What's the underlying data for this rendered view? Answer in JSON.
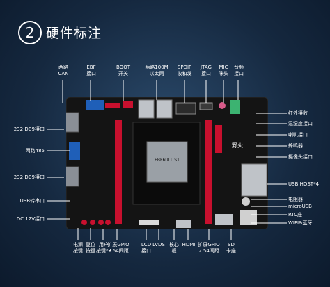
{
  "header": {
    "number": "2",
    "title": "硬件标注"
  },
  "chip_label": "EBF6ULL S1",
  "brand_label": "野火",
  "top_labels": [
    {
      "id": "can",
      "line1": "两路",
      "line2": "CAN"
    },
    {
      "id": "ebf",
      "line1": "EBF",
      "line2": "接口"
    },
    {
      "id": "boot",
      "line1": "BOOT",
      "line2": "开关"
    },
    {
      "id": "eth",
      "line1": "两路100M",
      "line2": "以太网"
    },
    {
      "id": "spdif",
      "line1": "SPDIF",
      "line2": "收和发"
    },
    {
      "id": "jtag",
      "line1": "JTAG",
      "line2": "接口"
    },
    {
      "id": "mic",
      "line1": "MIC",
      "line2": "咪头"
    },
    {
      "id": "audio",
      "line1": "音频",
      "line2": "接口"
    }
  ],
  "left_labels": [
    {
      "id": "db9a",
      "text": "232 DB9接口"
    },
    {
      "id": "rs485",
      "text": "两路485"
    },
    {
      "id": "db9b",
      "text": "232 DB9接口"
    },
    {
      "id": "usbserial",
      "text": "USB转串口"
    },
    {
      "id": "dc12v",
      "text": "DC 12V接口"
    }
  ],
  "right_labels": [
    {
      "id": "ir",
      "text": "红外接收"
    },
    {
      "id": "temp",
      "text": "温湿度接口"
    },
    {
      "id": "speaker",
      "text": "喇叭接口"
    },
    {
      "id": "buzzer",
      "text": "蜂鸣器"
    },
    {
      "id": "camera",
      "text": "摄像头接口"
    },
    {
      "id": "usbhost",
      "text": "USB HOST*4"
    },
    {
      "id": "pot",
      "text": "电阻器"
    },
    {
      "id": "microusb",
      "text": "microUSB"
    },
    {
      "id": "rtc",
      "text": "RTC座"
    },
    {
      "id": "wifi",
      "text": "WIFI&蓝牙"
    }
  ],
  "bottom_labels": [
    {
      "id": "power",
      "line1": "电源",
      "line2": "按键"
    },
    {
      "id": "reset",
      "line1": "复位",
      "line2": "按键"
    },
    {
      "id": "userkey",
      "line1": "用户",
      "line2": "按键*3"
    },
    {
      "id": "gpio_l",
      "line1": "扩展GPIO",
      "line2": "2.54间距"
    },
    {
      "id": "lcd",
      "line1": "LCD",
      "line2": "接口"
    },
    {
      "id": "lvds",
      "line1": "LVDS",
      "line2": ""
    },
    {
      "id": "core",
      "line1": "核心",
      "line2": "板"
    },
    {
      "id": "hdmi",
      "line1": "HDMI",
      "line2": ""
    },
    {
      "id": "gpio_r",
      "line1": "扩展GPIO",
      "line2": "2.54间距"
    },
    {
      "id": "sd",
      "line1": "SD",
      "line2": "卡座"
    }
  ],
  "colors": {
    "bg": "#15283f",
    "board": "#151515",
    "header_red": "#c8102e",
    "line": "#ffffff"
  }
}
